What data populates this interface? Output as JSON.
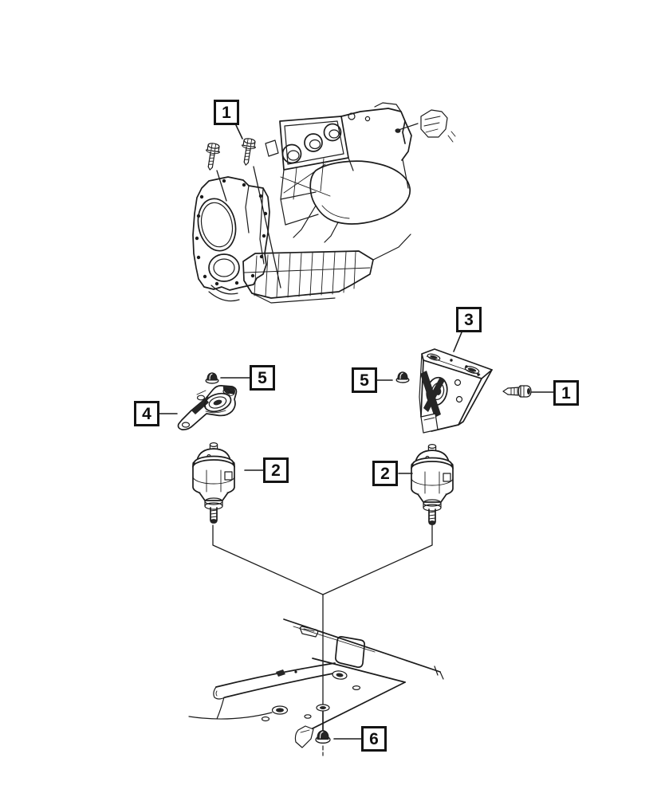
{
  "page": {
    "background_color": "#ffffff"
  },
  "diagram": {
    "type": "exploded-parts-diagram",
    "line_color": "#1c1c1c",
    "callout_border_color": "#141414",
    "callouts": [
      {
        "label": "1",
        "part": "engine-mounting-bolts"
      },
      {
        "label": "2",
        "part": "engine-mount-insulator-left"
      },
      {
        "label": "2",
        "part": "engine-mount-insulator-right"
      },
      {
        "label": "3",
        "part": "engine-mount-bracket-right"
      },
      {
        "label": "4",
        "part": "engine-mount-bracket-left"
      },
      {
        "label": "5",
        "part": "mount-nut-left"
      },
      {
        "label": "5",
        "part": "mount-nut-right"
      },
      {
        "label": "1",
        "part": "bracket-bolt-right"
      },
      {
        "label": "6",
        "part": "frame-mount-nut"
      }
    ]
  }
}
